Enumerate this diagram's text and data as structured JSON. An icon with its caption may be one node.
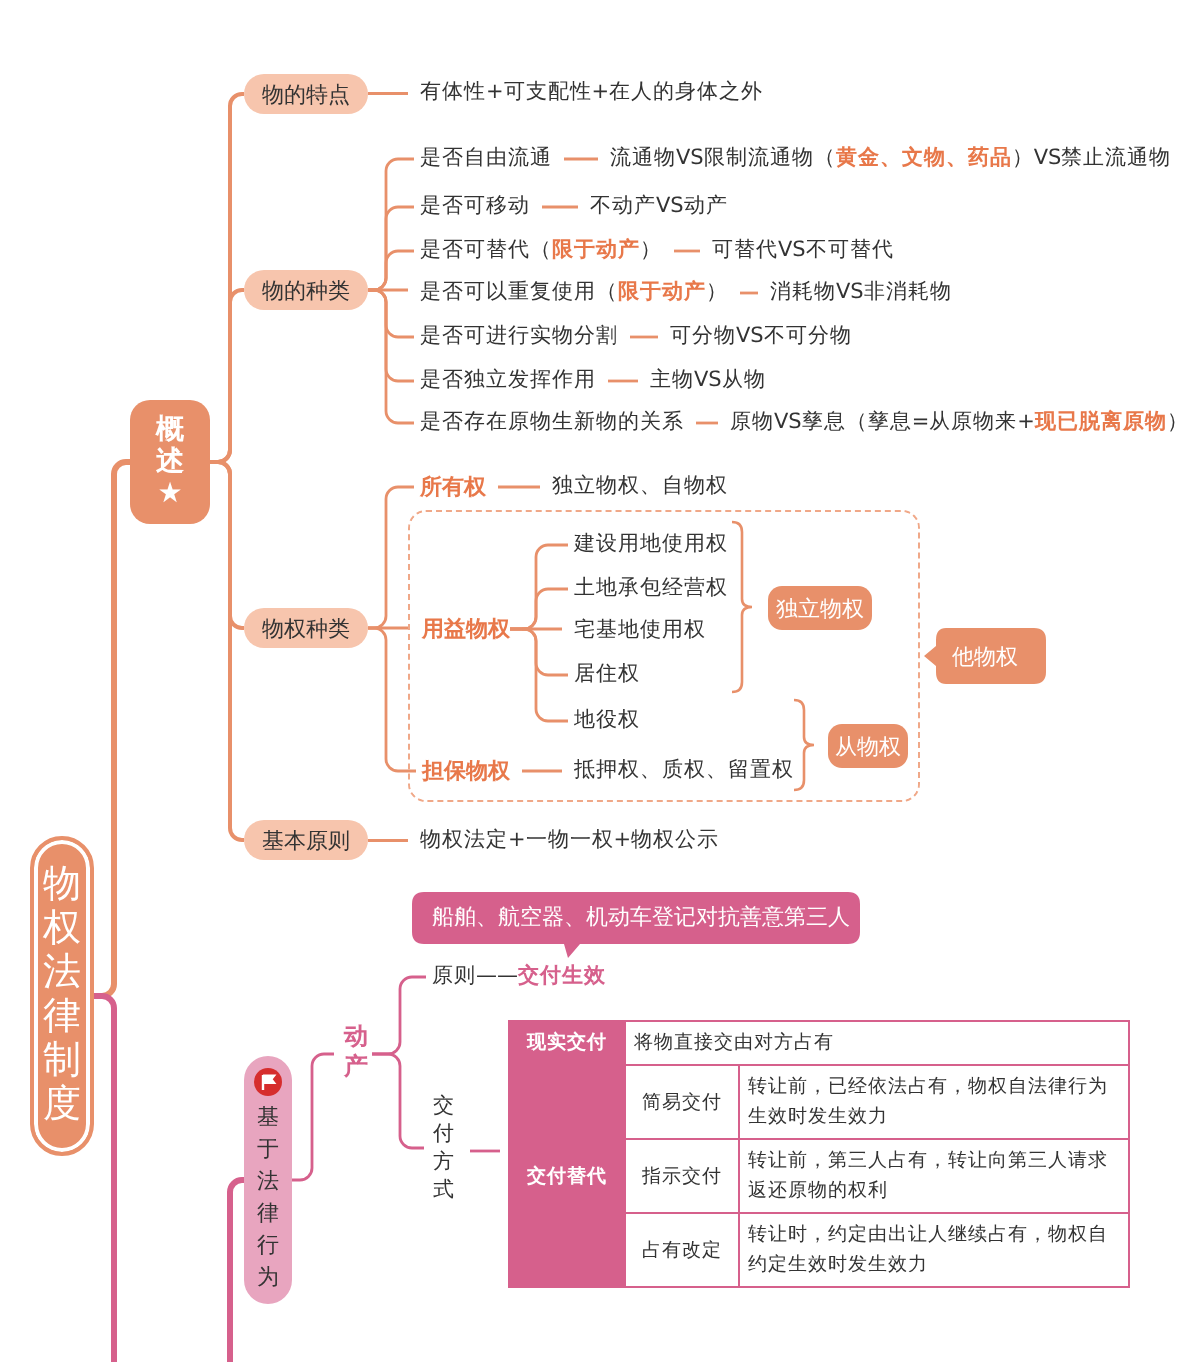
{
  "diagram": {
    "nodes": [
      {
        "text": [
          "物权法律制度"
        ]
      },
      {
        "text": [
          "概述★"
        ]
      },
      {
        "text": [
          "物的特点"
        ]
      },
      {
        "text": [
          "有体性+可支配性+在人的身体之外"
        ]
      },
      {
        "text": [
          "物的种类"
        ]
      },
      {
        "text": [
          "是否自由流通"
        ]
      },
      {
        "text": [
          "是否可移动"
        ]
      },
      {
        "text": [
          "是否可替代（**限于动产**）"
        ]
      },
      {
        "text": [
          "是否可以重复使用（**限于动产**）"
        ]
      },
      {
        "text": [
          "是否可进行实物分割"
        ]
      },
      {
        "text": [
          "是否独立发挥作用"
        ]
      },
      {
        "text": [
          "是否存在原物生新物的关系"
        ]
      },
      {
        "text": [
          "流通物VS限制流通物（**黄金、文物、药品**）VS禁止流通物"
        ]
      },
      {
        "text": [
          "不动产VS动产"
        ]
      },
      {
        "text": [
          "可替代VS不可替代"
        ]
      },
      {
        "text": [
          "消耗物VS非消耗物"
        ]
      },
      {
        "text": [
          "可分物VS不可分物"
        ]
      },
      {
        "text": [
          "主物VS从物"
        ]
      },
      {
        "text": [
          "原物VS孳息（孳息=从原物来+**现已脱离原物**）"
        ]
      },
      {
        "text": [
          "物权种类"
        ]
      },
      {
        "text": [
          "所有权"
        ]
      },
      {
        "text": [
          "独立物权、自物权"
        ]
      },
      {
        "text": [],
        "shape": "box"
      },
      {
        "text": [
          "用益物权"
        ],
        "in": 22
      },
      {
        "text": [
          "建设用地使用权"
        ],
        "in": 22
      },
      {
        "text": [
          "土地承包经营权"
        ],
        "in": 22
      },
      {
        "text": [
          "宅基地使用权"
        ],
        "in": 22
      },
      {
        "text": [
          "居住权"
        ],
        "in": 22
      },
      {
        "text": [
          "地役权"
        ],
        "in": 22
      },
      {
        "text": [
          "担保物权"
        ],
        "in": 22
      },
      {
        "text": [
          "抵押权、质权、留置权"
        ],
        "in": 22
      },
      {
        "text": [
          "独立物权"
        ],
        "in": 22
      },
      {
        "text": [
          "从物权"
        ],
        "in": 22
      },
      {
        "text": [
          "他物权"
        ]
      },
      {
        "text": [
          "基本原则"
        ]
      },
      {
        "text": [
          "物权法定+一物一权+物权公示"
        ]
      },
      {
        "text": [
          "基于法律行为"
        ]
      },
      {
        "text": [
          "动产"
        ]
      },
      {
        "text": [
          "船舶、航空器、机动车登记对抗善意第三人"
        ]
      },
      {
        "text": [
          "原则——**交付生效**"
        ]
      },
      {
        "text": [
          "交付方式"
        ]
      },
      {
        "text": [
          "现实交付",
          "将物直接交由对方占有",
          "交付替代",
          "简易交付",
          "转让前，已经依法占有，物权自法律行为生效时发生效力",
          "指示交付",
          "转让前，第三人占有，转让向第三人请求返还原物的权利",
          "占有改定",
          "转让时，约定由出让人继续占有，物权自约定生效时发生效力"
        ]
      }
    ],
    "edges": [
      {
        "from": 0,
        "to": 1,
        "arrow": "none",
        "style": "thick"
      },
      {
        "from": 0,
        "to": null,
        "arrow": "none",
        "style": "thick",
        "color": "#d6608c"
      },
      {
        "from": null,
        "to": 36,
        "arrow": "none",
        "style": "thick",
        "color": "#d6608c"
      },
      {
        "from": 1,
        "to": 2,
        "arrow": "none"
      },
      {
        "from": 1,
        "to": 4,
        "arrow": "none"
      },
      {
        "from": 1,
        "to": 19,
        "arrow": "none"
      },
      {
        "from": 1,
        "to": 34,
        "arrow": "none"
      },
      {
        "from": 2,
        "to": 3,
        "arrow": "none"
      },
      {
        "from": 4,
        "to": 5,
        "arrow": "none"
      },
      {
        "from": 4,
        "to": 6,
        "arrow": "none"
      },
      {
        "from": 4,
        "to": 7,
        "arrow": "none"
      },
      {
        "from": 4,
        "to": 8,
        "arrow": "none"
      },
      {
        "from": 4,
        "to": 9,
        "arrow": "none"
      },
      {
        "from": 4,
        "to": 10,
        "arrow": "none"
      },
      {
        "from": 4,
        "to": 11,
        "arrow": "none"
      },
      {
        "from": 5,
        "to": 12,
        "arrow": "none"
      },
      {
        "from": 6,
        "to": 13,
        "arrow": "none"
      },
      {
        "from": 7,
        "to": 14,
        "arrow": "none"
      },
      {
        "from": 8,
        "to": 15,
        "arrow": "none"
      },
      {
        "from": 9,
        "to": 16,
        "arrow": "none"
      },
      {
        "from": 10,
        "to": 17,
        "arrow": "none"
      },
      {
        "from": 11,
        "to": 18,
        "arrow": "none"
      },
      {
        "from": 19,
        "to": 20,
        "arrow": "none"
      },
      {
        "from": 19,
        "to": 23,
        "arrow": "none"
      },
      {
        "from": 19,
        "to": 29,
        "arrow": "none"
      },
      {
        "from": 20,
        "to": 21,
        "arrow": "none"
      },
      {
        "from": 23,
        "to": 24,
        "arrow": "none"
      },
      {
        "from": 23,
        "to": 25,
        "arrow": "none"
      },
      {
        "from": 23,
        "to": 26,
        "arrow": "none"
      },
      {
        "from": 23,
        "to": 27,
        "arrow": "none"
      },
      {
        "from": 23,
        "to": 28,
        "arrow": "none"
      },
      {
        "from": 29,
        "to": 30,
        "arrow": "none"
      },
      {
        "from": 34,
        "to": 35,
        "arrow": "none"
      },
      {
        "from": 36,
        "to": 37,
        "arrow": "none",
        "color": "#d6608c"
      },
      {
        "from": 37,
        "to": 39,
        "arrow": "none",
        "color": "#d6608c"
      },
      {
        "from": 37,
        "to": 40,
        "arrow": "none",
        "color": "#d6608c"
      },
      {
        "from": 40,
        "to": 41,
        "arrow": "none",
        "color": "#d6608c"
      }
    ]
  }
}
